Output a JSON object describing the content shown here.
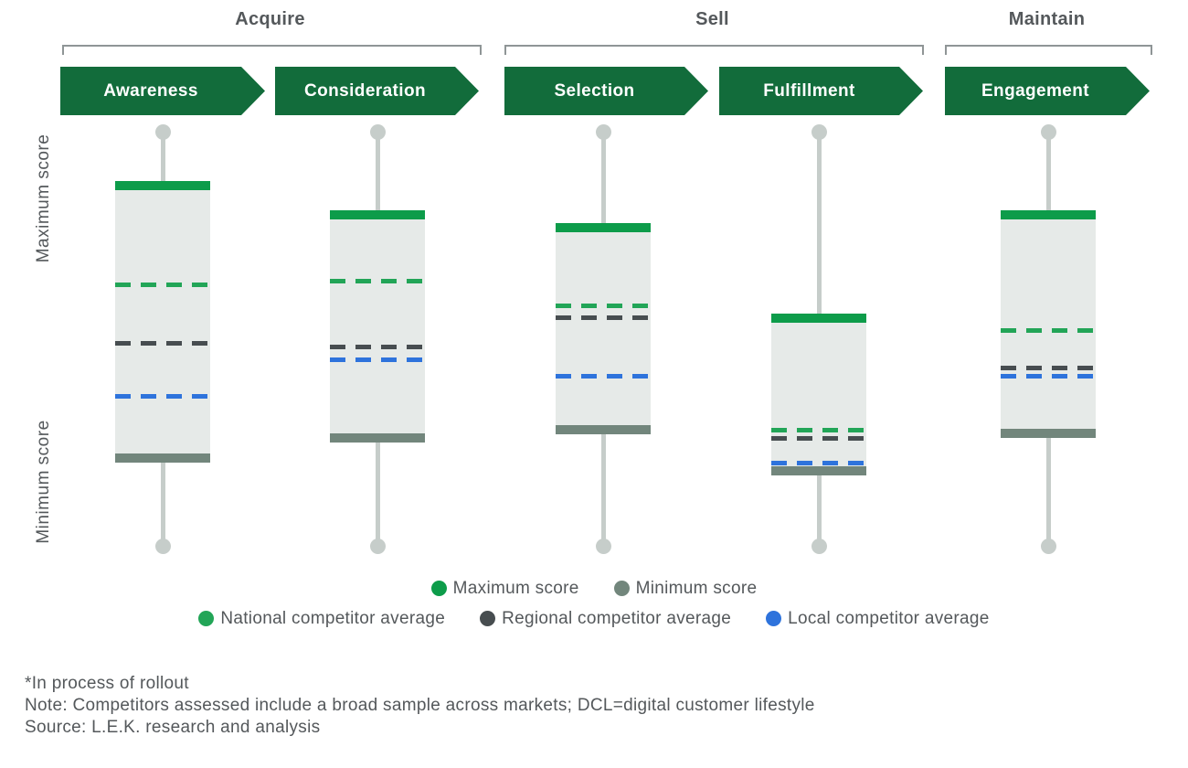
{
  "header": {
    "groups": [
      {
        "label": "Acquire"
      },
      {
        "label": "Sell"
      },
      {
        "label": "Maintain"
      }
    ],
    "stages": [
      {
        "label": "Awareness"
      },
      {
        "label": "Consideration"
      },
      {
        "label": "Selection"
      },
      {
        "label": "Fulfillment"
      },
      {
        "label": "Engagement"
      }
    ]
  },
  "axis": {
    "top_label": "Maximum score",
    "bottom_label": "Minimum score"
  },
  "legend": {
    "row1": [
      {
        "label": "Maximum score",
        "color": "#0D9C4A"
      },
      {
        "label": "Minimum score",
        "color": "#72867C"
      }
    ],
    "row2": [
      {
        "label": "National competitor average",
        "color": "#22A557"
      },
      {
        "label": "Regional competitor average",
        "color": "#474D50"
      },
      {
        "label": "Local competitor average",
        "color": "#2E73DC"
      }
    ]
  },
  "footnotes": [
    "*In process of rollout",
    "Note: Competitors assessed include a broad sample across markets; DCL=digital customer lifestyle",
    "Source: L.E.K. research and analysis"
  ],
  "colors": {
    "stage_arrow": "#126C3B",
    "maximum": "#0D9C4A",
    "minimum": "#72867C",
    "national": "#22A557",
    "regional": "#474D50",
    "local": "#2E73DC",
    "box_fill": "#E6EAE8",
    "whisker": "#C6CDCA",
    "bracket": "#8F9596",
    "text": "#54585B",
    "background": "#FFFFFF"
  },
  "chart_data": {
    "type": "bar",
    "subtype": "floating-range-boxplot",
    "categories": [
      "Awareness",
      "Consideration",
      "Selection",
      "Fulfillment",
      "Engagement"
    ],
    "category_groups": [
      {
        "label": "Acquire",
        "categories": [
          "Awareness",
          "Consideration"
        ]
      },
      {
        "label": "Sell",
        "categories": [
          "Selection",
          "Fulfillment"
        ]
      },
      {
        "label": "Maintain",
        "categories": [
          "Engagement"
        ]
      }
    ],
    "scale": {
      "min": 0,
      "max": 100,
      "description": "Qualitative score scale: 100 = whisker top (axis label 'Maximum score'), 0 = whisker bottom (axis label 'Minimum score'); no numeric ticks shown"
    },
    "whisker_top": 100,
    "whisker_bottom": 0,
    "series": [
      {
        "name": "Maximum score",
        "style": "solid-bar-top",
        "values": [
          88,
          81,
          78,
          56,
          81
        ]
      },
      {
        "name": "Minimum score",
        "style": "solid-bar-bottom",
        "values": [
          20,
          25,
          27,
          17,
          26
        ]
      },
      {
        "name": "National competitor average",
        "style": "dashed-line",
        "values": [
          63,
          64,
          58,
          28,
          52
        ]
      },
      {
        "name": "Regional competitor average",
        "style": "dashed-line",
        "values": [
          49,
          48,
          55,
          26,
          43
        ]
      },
      {
        "name": "Local competitor average",
        "style": "dashed-line",
        "values": [
          36,
          45,
          41,
          20,
          41
        ]
      }
    ],
    "xlabel": "",
    "ylabel": "Maximum score / Minimum score",
    "grid": false,
    "legend_position": "bottom"
  }
}
